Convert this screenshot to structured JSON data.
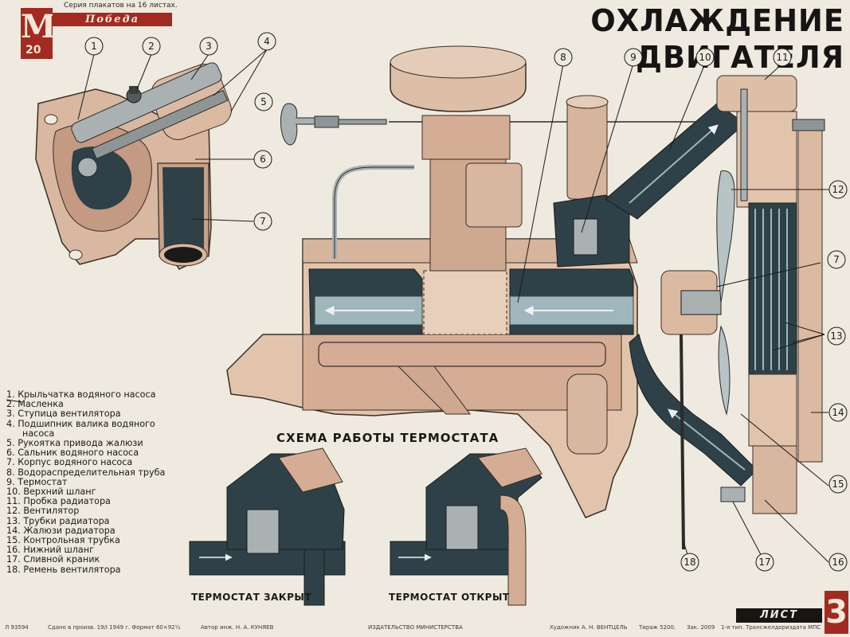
{
  "header": {
    "series_note": "Серия плакатов на 16 листах.",
    "logo_letter": "М",
    "logo_number": "20",
    "brand": "Победа",
    "title": "ОХЛАЖДЕНИЕ ДВИГАТЕЛЯ"
  },
  "diagram": {
    "thermostat_heading": "СХЕМА РАБОТЫ ТЕРМОСТАТА",
    "thermostat_closed": "ТЕРМОСТАТ ЗАКРЫТ",
    "thermostat_open": "ТЕРМОСТАТ ОТКРЫТ",
    "callouts": [
      "1",
      "2",
      "3",
      "4",
      "5",
      "6",
      "7",
      "8",
      "9",
      "10",
      "11",
      "12",
      "7",
      "13",
      "14",
      "15",
      "16",
      "17",
      "18"
    ]
  },
  "legend": {
    "items": [
      "1. Крыльчатка водяного насоса",
      "2. Масленка",
      "3. Ступица вентилятора",
      "4. Подшипник валика водяного насоса",
      "5. Рукоятка привода жалюзи",
      "6. Сальник водяного насоса",
      "7. Корпус водяного насоса",
      "8. Водораспределительная труба",
      "9. Термостат",
      "10. Верхний шланг",
      "11. Пробка радиатора",
      "12. Вентилятор",
      "13. Трубки радиатора",
      "14. Жалюзи радиатора",
      "15. Контрольная трубка",
      "16. Нижний шланг",
      "17. Сливной краник",
      "18. Ремень вентилятора"
    ]
  },
  "footer": {
    "code": "Л 93594",
    "print_info": "Сдано в произв. 19/I 1949 г. Формат 60×92½",
    "author": "Автор инж. Н. А. КУНЯЕВ",
    "publisher": "ИЗДАТЕЛЬСТВО МИНИСТЕРСТВА",
    "artist": "Художник А. Н. ВЕНТЦЕЛЬ",
    "circulation": "Тираж 5200.",
    "order": "Зак. 2009",
    "printer": "1-я тип. Трансжелдориздата МПС",
    "sheet_label": "ЛИСТ",
    "sheet_number": "3"
  },
  "colors": {
    "paper": "#eeeadf",
    "engine_body": "#e2c4ad",
    "engine_shadow": "#c7a089",
    "coolant_dark": "#2f4148",
    "coolant_light": "#9fb6bd",
    "metal": "#aab1b3",
    "ink": "#161513",
    "accent_red": "#a32a20"
  },
  "icons": [
    "arrow-icon"
  ]
}
